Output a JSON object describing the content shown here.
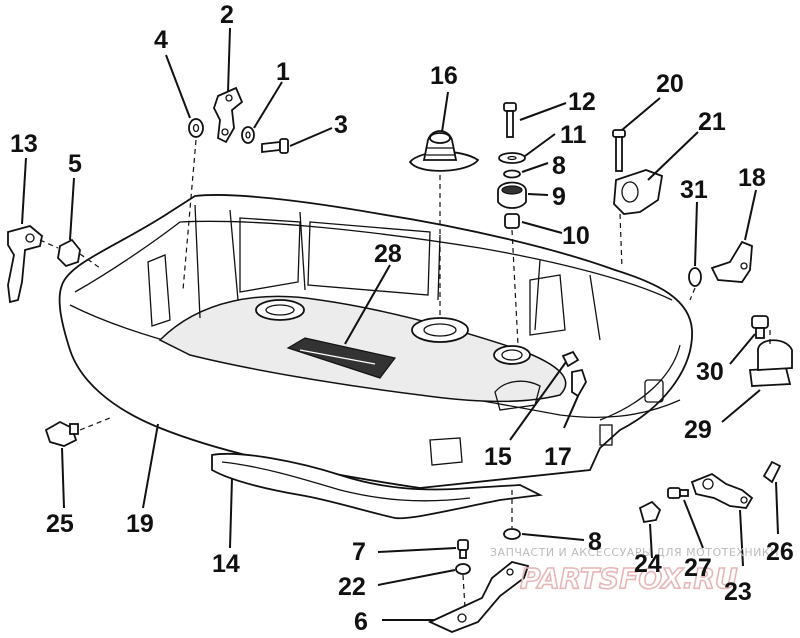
{
  "callouts": [
    {
      "id": "c1",
      "text": "1"
    },
    {
      "id": "c2",
      "text": "2"
    },
    {
      "id": "c3",
      "text": "3"
    },
    {
      "id": "c4",
      "text": "4"
    },
    {
      "id": "c5",
      "text": "5"
    },
    {
      "id": "c6",
      "text": "6"
    },
    {
      "id": "c7",
      "text": "7"
    },
    {
      "id": "c8a",
      "text": "8"
    },
    {
      "id": "c8b",
      "text": "8"
    },
    {
      "id": "c9",
      "text": "9"
    },
    {
      "id": "c10",
      "text": "10"
    },
    {
      "id": "c11",
      "text": "11"
    },
    {
      "id": "c12",
      "text": "12"
    },
    {
      "id": "c13",
      "text": "13"
    },
    {
      "id": "c14",
      "text": "14"
    },
    {
      "id": "c15",
      "text": "15"
    },
    {
      "id": "c16",
      "text": "16"
    },
    {
      "id": "c17",
      "text": "17"
    },
    {
      "id": "c18",
      "text": "18"
    },
    {
      "id": "c19",
      "text": "19"
    },
    {
      "id": "c20",
      "text": "20"
    },
    {
      "id": "c21",
      "text": "21"
    },
    {
      "id": "c22",
      "text": "22"
    },
    {
      "id": "c23",
      "text": "23"
    },
    {
      "id": "c24",
      "text": "24"
    },
    {
      "id": "c25",
      "text": "25"
    },
    {
      "id": "c26",
      "text": "26"
    },
    {
      "id": "c27",
      "text": "27"
    },
    {
      "id": "c28",
      "text": "28"
    },
    {
      "id": "c29",
      "text": "29"
    },
    {
      "id": "c30",
      "text": "30"
    },
    {
      "id": "c31",
      "text": "31"
    }
  ],
  "watermark": {
    "caption": "ЗАПЧАСТИ И АКСЕССУАРЫ ДЛЯ МОТОТЕХНИКИ",
    "logo": "PARTSFOX.RU",
    "logo_color": "#e8b5b5"
  }
}
